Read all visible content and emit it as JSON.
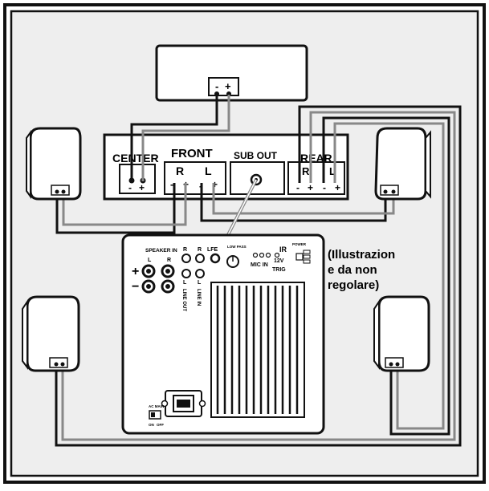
{
  "receiver": {
    "center_label": "CENTER",
    "front_label": "FRONT",
    "sub_out_label": "SUB OUT",
    "rear_label": "REAR",
    "right": "R",
    "left": "L",
    "minus": "-",
    "plus": "+"
  },
  "center_speaker": {
    "minus": "-",
    "plus": "+"
  },
  "subwoofer": {
    "speaker_in": "SPEAKER IN",
    "L": "L",
    "R": "R",
    "plus": "+",
    "minus": "−",
    "line_out": "LINE OUT",
    "line_in": "LINE IN",
    "lfe": "LFE",
    "low_pass": "LOW PASS",
    "mic_in": "MIC IN",
    "ir": "IR",
    "v12": "12V",
    "trig": "TRIG",
    "power": "POWER",
    "ac_main": "AC MAIN",
    "on": "ON",
    "off": "OFF"
  },
  "note": {
    "line1": "(Illustrazion",
    "line2": "e da non",
    "line3": "regolare)"
  },
  "colors": {
    "grey_cable": "#888888",
    "black_cable": "#111111",
    "panel": "#eeeeee"
  }
}
